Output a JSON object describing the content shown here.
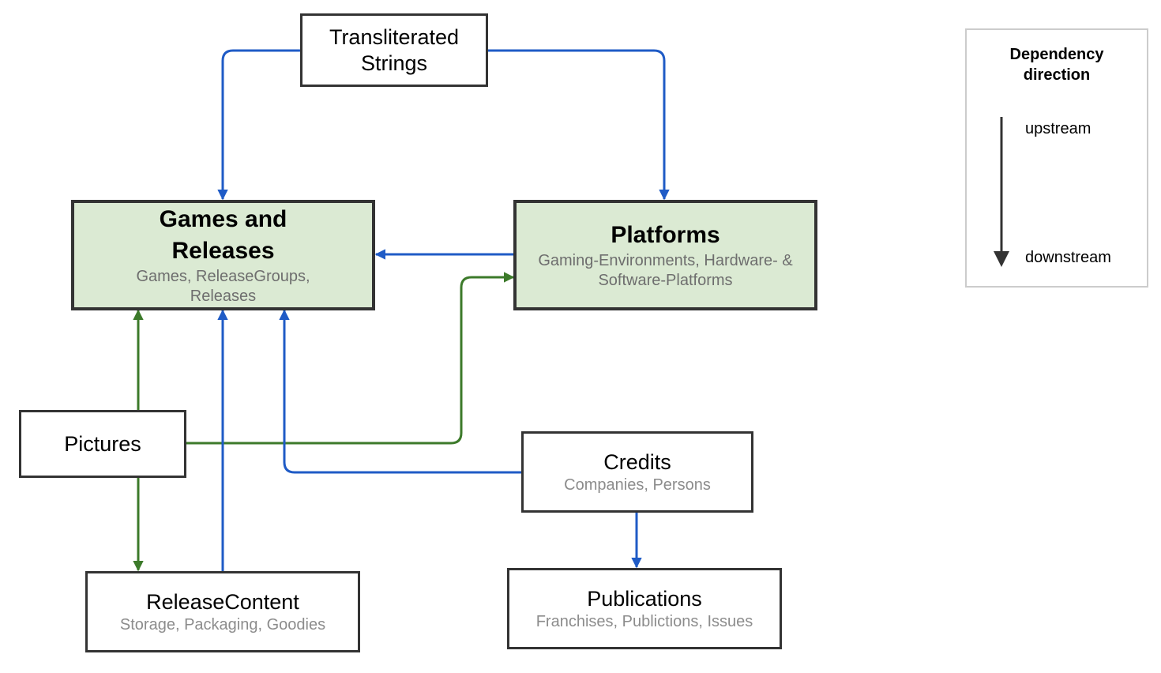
{
  "diagram": {
    "colors": {
      "blue": "#1f5bc6",
      "green": "#3c7a2a",
      "main_fill": "#dbead3",
      "border": "#333333"
    },
    "nodes": {
      "transliterated": {
        "title": "Transliterated Strings"
      },
      "games": {
        "title": "Games and Releases",
        "subtitle": "Games, ReleaseGroups, Releases"
      },
      "platforms": {
        "title": "Platforms",
        "subtitle": "Gaming-Environments, Hardware- & Software-Platforms"
      },
      "pictures": {
        "title": "Pictures"
      },
      "credits": {
        "title": "Credits",
        "subtitle": "Companies, Persons"
      },
      "releasecontent": {
        "title": "ReleaseContent",
        "subtitle": "Storage, Packaging, Goodies"
      },
      "publications": {
        "title": "Publications",
        "subtitle": "Franchises, Publictions, Issues"
      }
    },
    "edges": [
      {
        "from": "transliterated",
        "to": "games",
        "color": "blue"
      },
      {
        "from": "transliterated",
        "to": "platforms",
        "color": "blue"
      },
      {
        "from": "platforms",
        "to": "games",
        "color": "blue"
      },
      {
        "from": "pictures",
        "to": "games",
        "color": "green"
      },
      {
        "from": "pictures",
        "to": "platforms",
        "color": "green"
      },
      {
        "from": "pictures",
        "to": "releasecontent",
        "color": "green"
      },
      {
        "from": "releasecontent",
        "to": "games",
        "color": "blue"
      },
      {
        "from": "credits",
        "to": "games",
        "color": "blue"
      },
      {
        "from": "credits",
        "to": "publications",
        "color": "blue"
      }
    ],
    "legend": {
      "title": "Dependency direction",
      "upstream": "upstream",
      "downstream": "downstream"
    }
  }
}
